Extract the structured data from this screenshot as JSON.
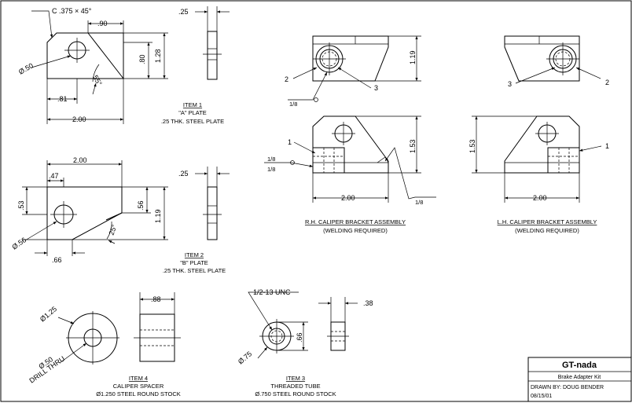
{
  "item1": {
    "chamfer_note": "C .375 × 45°",
    "dims": {
      "top": ".90",
      "dia": "Ø.50",
      "angle": "55°",
      "right_inner": ".80",
      "right_outer": "1.28",
      "bottom_left": ".81",
      "bottom": "2.00",
      "thick": ".25"
    },
    "caption": {
      "title": "ITEM 1",
      "line2": "\"A\" PLATE",
      "line3": ".25 THK. STEEL PLATE"
    }
  },
  "item2": {
    "dims": {
      "top": "2.00",
      "left": ".47",
      "left_vert": ".53",
      "dia": "Ø.56",
      "right_inner": ".56",
      "right_outer": "1.19",
      "angle": "25°",
      "bottom": ".66",
      "thick": ".25"
    },
    "caption": {
      "title": "ITEM 2",
      "line2": "\"B\" PLATE",
      "line3": ".25 THK. STEEL PLATE"
    }
  },
  "rh": {
    "dims": {
      "height_top": "1.19",
      "height_main": "1.53",
      "width": "2.00"
    },
    "labels": {
      "part1": "1",
      "part2": "2",
      "part3": "3",
      "weld_a": "1/8",
      "weld_b": "1/8",
      "weld_c": "1/8",
      "weld_d": "1/8"
    },
    "caption": {
      "title": "R.H. CALIPER BRACKET ASSEMBLY",
      "line2": "(WELDING REQUIRED)"
    }
  },
  "lh": {
    "dims": {
      "height_main": "1.53",
      "width": "2.00"
    },
    "labels": {
      "part1": "1",
      "part2": "2",
      "part3": "3"
    },
    "caption": {
      "title": "L.H. CALIPER BRACKET ASSEMBLY",
      "line2": "(WELDING REQUIRED)"
    }
  },
  "item4": {
    "dims": {
      "od": "Ø1.25",
      "id": "Ø.50",
      "id_note": "DRILL THRU",
      "length": ".88"
    },
    "caption": {
      "title": "ITEM 4",
      "line2": "CALIPER SPACER",
      "line3": "Ø1.250 STEEL ROUND STOCK"
    }
  },
  "item3": {
    "dims": {
      "thread": "1/2-13 UNC",
      "od": "Ø.75",
      "height": ".66",
      "length": ".38"
    },
    "caption": {
      "title": "ITEM 3",
      "line2": "THREADED TUBE",
      "line3": "Ø.750 STEEL ROUND STOCK"
    }
  },
  "title_block": {
    "project": "GT-nada",
    "subtitle": "Brake Adapter Kit",
    "drawn_by": "DRAWN BY:  DOUG BENDER",
    "date": "08/15/01"
  }
}
